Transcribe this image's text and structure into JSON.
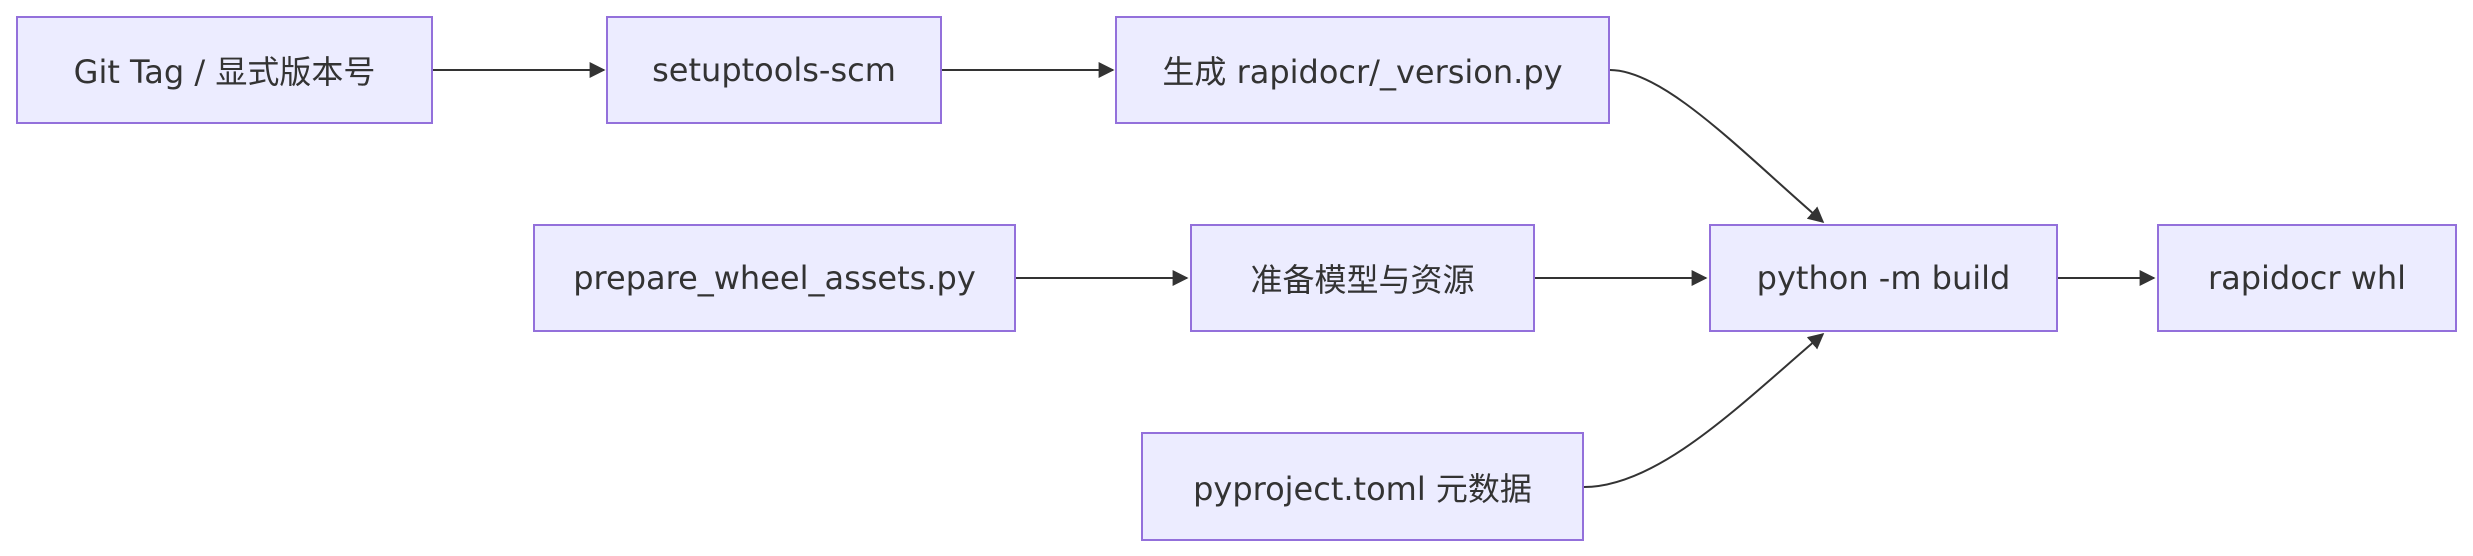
{
  "nodes": {
    "git_tag": "Git Tag / 显式版本号",
    "setuptools_scm": "setuptools-scm",
    "gen_version": "生成 rapidocr/_version.py",
    "prepare_assets": "prepare_wheel_assets.py",
    "prepare_models": "准备模型与资源",
    "build": "python -m build",
    "whl": "rapidocr whl",
    "pyproject": "pyproject.toml 元数据"
  },
  "edges": [
    {
      "from": "git_tag",
      "to": "setuptools_scm"
    },
    {
      "from": "setuptools_scm",
      "to": "gen_version"
    },
    {
      "from": "gen_version",
      "to": "build"
    },
    {
      "from": "prepare_assets",
      "to": "prepare_models"
    },
    {
      "from": "prepare_models",
      "to": "build"
    },
    {
      "from": "pyproject",
      "to": "build"
    },
    {
      "from": "build",
      "to": "whl"
    }
  ],
  "colors": {
    "node_fill": "#ececff",
    "node_border": "#9370db",
    "edge": "#333333",
    "text": "#333333"
  }
}
